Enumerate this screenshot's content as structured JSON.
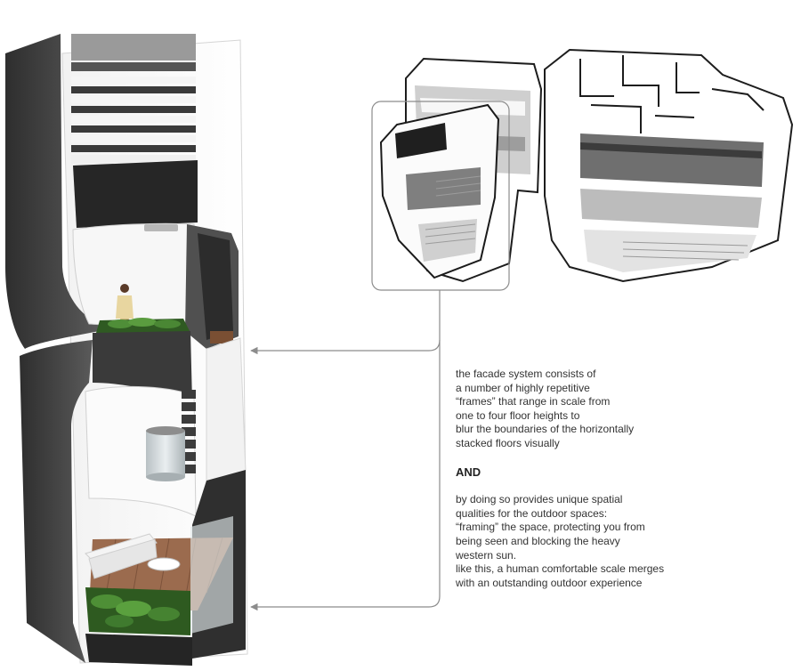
{
  "caption": {
    "paragraph1": [
      "the facade system consists of",
      "a number of highly repetitive",
      "“frames” that range in scale from",
      "one to four floor heights to",
      "blur the boundaries of the horizontally",
      "stacked floors visually"
    ],
    "connector": "AND",
    "paragraph2": [
      "by doing so provides unique spatial",
      "qualities for the outdoor spaces:",
      "“framing” the space, protecting you from",
      "being seen and blocking the heavy",
      "western sun.",
      "like this, a human comfortable scale merges",
      "with an outstanding outdoor experience"
    ]
  },
  "colors": {
    "dark_frame": "#4a4a4a",
    "mid_gray": "#8a8a8a",
    "light_gray": "#d9d9d9",
    "glass": "#c9cfd1",
    "deck_wood": "#a0745a",
    "planting": "#3f7a2e",
    "leader_line": "#8c8c8c"
  },
  "icons": {
    "person": "person-figure",
    "sofa": "lounge-sofa",
    "arrow": "leader-arrow"
  }
}
